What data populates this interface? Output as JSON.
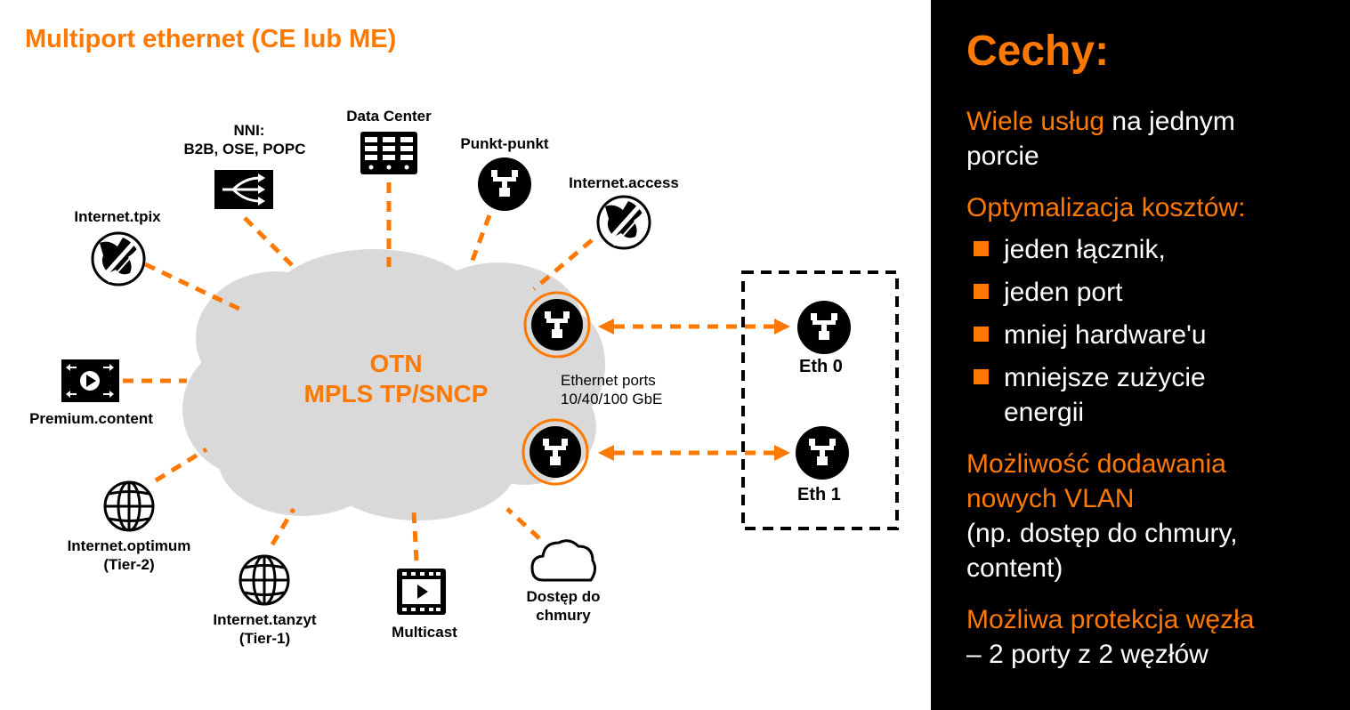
{
  "diagram": {
    "title": "Multiport ethernet (CE lub ME)",
    "cloud": {
      "line1": "OTN",
      "line2": "MPLS TP/SNCP"
    },
    "nodes": {
      "nni": {
        "line1": "NNI:",
        "line2": "B2B, OSE, POPC",
        "icon": "nni-router-icon"
      },
      "data_center": {
        "label": "Data Center",
        "icon": "data-center-icon"
      },
      "punkt_punkt": {
        "label": "Punkt-punkt",
        "icon": "ethernet-switch-icon"
      },
      "internet_access": {
        "label": "Internet.access",
        "icon": "globe-access-icon"
      },
      "internet_tpix": {
        "label": "Internet.tpix",
        "icon": "globe-access-icon"
      },
      "premium_content": {
        "label": "Premium.content",
        "icon": "video-content-icon"
      },
      "internet_optimum": {
        "line1": "Internet.optimum",
        "line2": "(Tier-2)",
        "icon": "globe-icon"
      },
      "internet_tanzyt": {
        "line1": "Internet.tanzyt",
        "line2": "(Tier-1)",
        "icon": "globe-icon"
      },
      "multicast": {
        "label": "Multicast",
        "icon": "film-play-icon"
      },
      "dostep": {
        "line1": "Dostęp do",
        "line2": "chmury",
        "icon": "cloud-icon"
      }
    },
    "ports": {
      "line1": "Ethernet ports",
      "line2": "10/40/100 GbE"
    },
    "eth0": "Eth 0",
    "eth1": "Eth 1",
    "colors": {
      "accent": "#ff7900",
      "cloud": "#d9d9d9",
      "panel": "#000000"
    }
  },
  "panel": {
    "title": "Cechy:",
    "line1_orange": "Wiele usług",
    "line1_white": " na jednym",
    "line2": "porcie",
    "costs": "Optymalizacja kosztów:",
    "bullets": [
      "jeden łącznik,",
      "jeden port",
      "mniej hardware'u",
      "mniejsze zużycie"
    ],
    "bullet4_cont": "energii",
    "vlan1": "Możliwość dodawania",
    "vlan2": "nowych VLAN",
    "vlan3": "(np. dostęp do chmury,",
    "vlan4": "content)",
    "prot1": "Możliwa protekcja węzła",
    "prot2": "– 2 porty z 2 węzłów"
  }
}
